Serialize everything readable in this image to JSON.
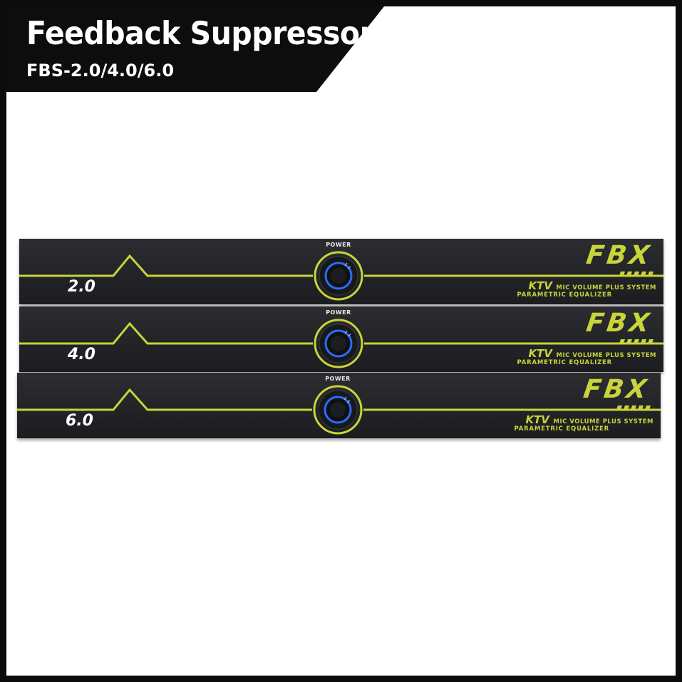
{
  "banner": {
    "title": "Feedback Suppressor",
    "subtitle": "FBS-2.0/4.0/6.0"
  },
  "units": [
    {
      "model": "2.0",
      "power_label": "POWER",
      "brand": "FBX",
      "ktv": "KTV",
      "tagline": "MIC VOLUME PLUS SYSTEM",
      "line2": "PARAMETRIC EQUALIZER"
    },
    {
      "model": "4.0",
      "power_label": "POWER",
      "brand": "FBX",
      "ktv": "KTV",
      "tagline": "MIC VOLUME PLUS SYSTEM",
      "line2": "PARAMETRIC EQUALIZER"
    },
    {
      "model": "6.0",
      "power_label": "POWER",
      "brand": "FBX",
      "ktv": "KTV",
      "tagline": "MIC VOLUME PLUS SYSTEM",
      "line2": "PARAMETRIC EQUALIZER"
    }
  ],
  "colors": {
    "accent": "#c8d43a",
    "panel": "#232427",
    "power_ring": "#2a6cff"
  }
}
